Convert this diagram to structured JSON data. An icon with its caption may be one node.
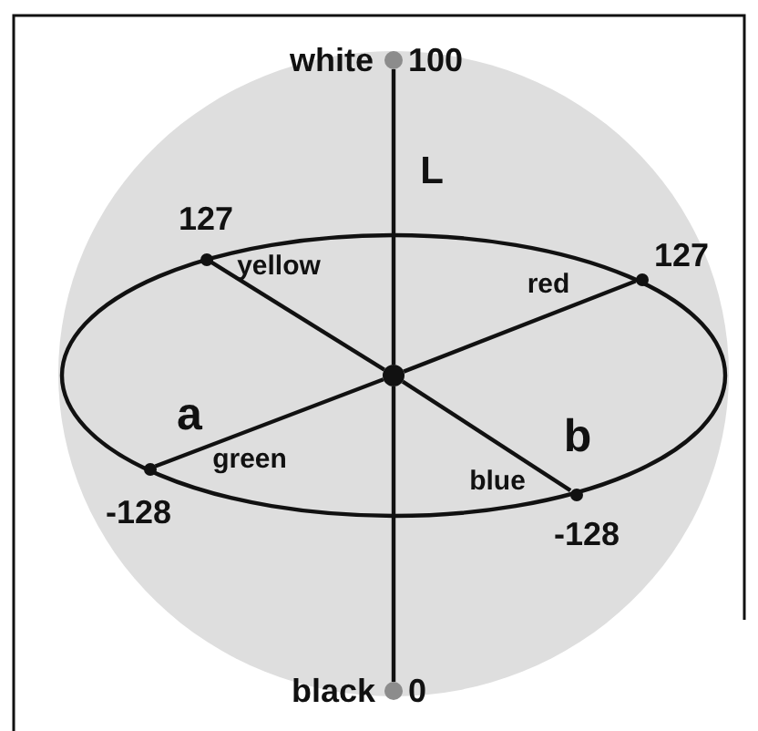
{
  "diagram": {
    "nodes": [
      {
        "text": [],
        "shape": "circle",
        "beside": [
          "white",
          "100"
        ]
      },
      {
        "text": [],
        "shape": "circle"
      },
      {
        "text": [],
        "shape": "circle",
        "beside": [
          "black",
          "0"
        ]
      },
      {
        "text": [],
        "shape": "circle",
        "beside": [
          "127"
        ]
      },
      {
        "text": [],
        "shape": "circle",
        "beside": [
          "127"
        ]
      },
      {
        "text": [],
        "shape": "circle",
        "beside": [
          "-128"
        ]
      },
      {
        "text": [],
        "shape": "circle",
        "beside": [
          "-128"
        ]
      }
    ],
    "edges": [
      {
        "from": 0,
        "to": 1,
        "arrow": "none"
      },
      {
        "from": 1,
        "to": 2,
        "arrow": "none"
      },
      {
        "from": 1,
        "to": 3,
        "arrow": "none"
      },
      {
        "from": 1,
        "to": 4,
        "arrow": "none"
      },
      {
        "from": 1,
        "to": 5,
        "arrow": "none"
      },
      {
        "from": 1,
        "to": 6,
        "arrow": "none"
      }
    ],
    "labels": [
      "L",
      "yellow",
      "red",
      "a",
      "green",
      "b",
      "blue"
    ]
  }
}
